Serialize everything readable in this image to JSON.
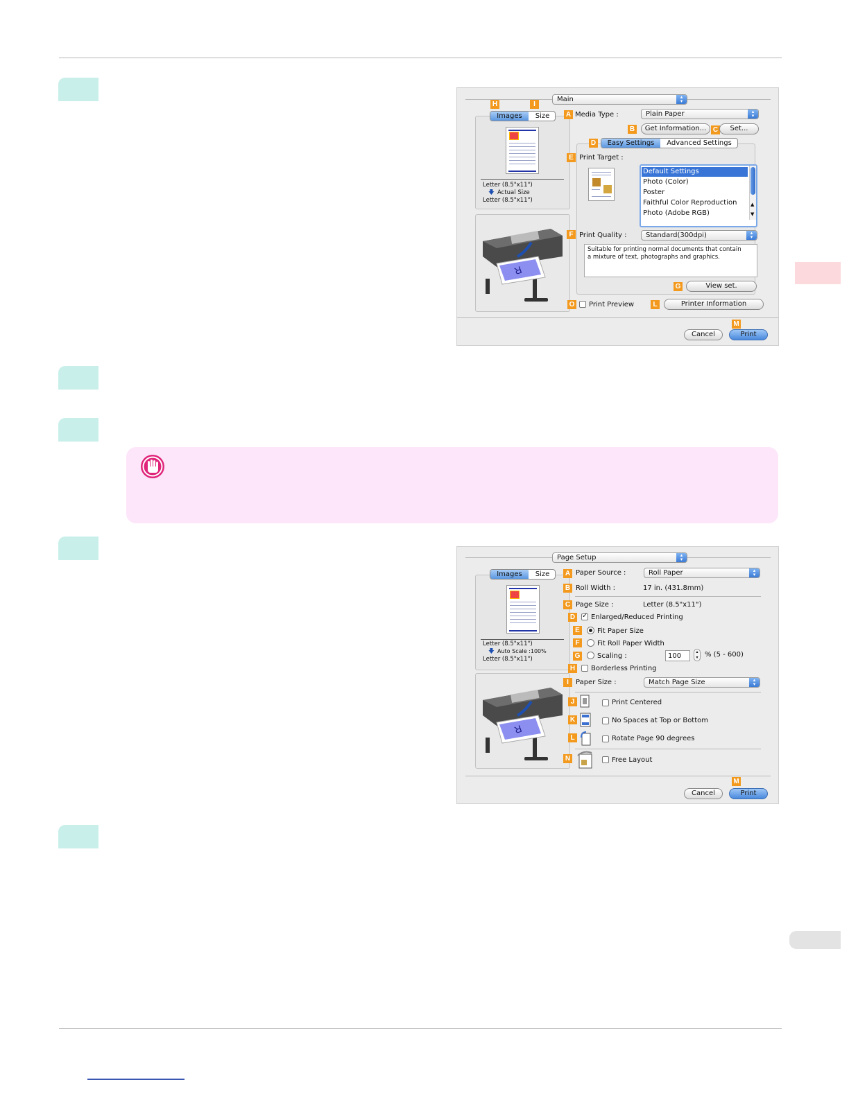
{
  "dialog_main": {
    "panel_select": "Main",
    "preview_tabs": {
      "images": "Images",
      "size": "Size"
    },
    "preview_caption": {
      "line1": "Letter (8.5\"x11\")",
      "line2": "Actual Size",
      "line3": "Letter (8.5\"x11\")"
    },
    "labels": {
      "A": "A",
      "B": "B",
      "C": "C",
      "D": "D",
      "E": "E",
      "F": "F",
      "G": "G",
      "H": "H",
      "I": "I",
      "L": "L",
      "M": "M",
      "O": "O"
    },
    "media_type_label": "Media Type :",
    "media_type_value": "Plain Paper",
    "get_information_button": "Get Information...",
    "set_button": "Set...",
    "tab_easy": "Easy Settings",
    "tab_advanced": "Advanced Settings",
    "print_target_label": "Print Target :",
    "print_target_items": [
      "Default Settings",
      "Photo (Color)",
      "Poster",
      "Faithful Color Reproduction",
      "Photo (Adobe RGB)"
    ],
    "print_quality_label": "Print Quality :",
    "print_quality_value": "Standard(300dpi)",
    "description": "Suitable for printing normal documents that contain a mixture of text, photographs and graphics.",
    "view_set_button": "View set.",
    "print_preview_label": "Print Preview",
    "printer_information_button": "Printer Information",
    "cancel_button": "Cancel",
    "print_button": "Print"
  },
  "dialog_page_setup": {
    "panel_select": "Page Setup",
    "preview_tabs": {
      "images": "Images",
      "size": "Size"
    },
    "preview_caption": {
      "line1": "Letter (8.5\"x11\")",
      "line2": "Auto Scale :100%",
      "line3": "Letter (8.5\"x11\")"
    },
    "labels": {
      "A": "A",
      "B": "B",
      "C": "C",
      "D": "D",
      "E": "E",
      "F": "F",
      "G": "G",
      "H": "H",
      "I": "I",
      "J": "J",
      "K": "K",
      "L": "L",
      "M": "M",
      "N": "N"
    },
    "paper_source_label": "Paper Source :",
    "paper_source_value": "Roll Paper",
    "roll_width_label": "Roll Width :",
    "roll_width_value": "17 in. (431.8mm)",
    "page_size_label": "Page Size :",
    "page_size_value": "Letter (8.5\"x11\")",
    "enlarged_reduced_label": "Enlarged/Reduced Printing",
    "fit_paper_size_label": "Fit Paper Size",
    "fit_roll_paper_width_label": "Fit Roll Paper Width",
    "scaling_label": "Scaling :",
    "scaling_value": "100",
    "scaling_range": "% (5 - 600)",
    "borderless_label": "Borderless Printing",
    "paper_size_label": "Paper Size :",
    "paper_size_value": "Match Page Size",
    "print_centered_label": "Print Centered",
    "no_spaces_label": "No Spaces at Top or Bottom",
    "rotate_label": "Rotate Page 90 degrees",
    "free_layout_label": "Free Layout",
    "cancel_button": "Cancel",
    "print_button": "Print"
  },
  "colors": {
    "step_badge": "#c9efea",
    "important_bg": "#fde6fa",
    "important_icon": "#e0247a",
    "side_tab": "#fbd9dd",
    "label_orange": "#f39a1e",
    "accent_blue": "#4a89dc"
  }
}
